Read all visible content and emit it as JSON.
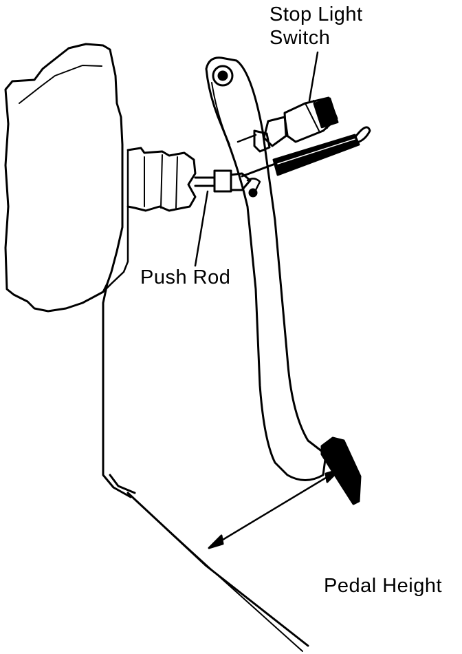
{
  "labels": {
    "stop_light_switch_line1": "Stop Light",
    "stop_light_switch_line2": "Switch",
    "push_rod": "Push Rod",
    "pedal_height": "Pedal Height"
  },
  "colors": {
    "ink": "#000000",
    "paper": "#ffffff"
  }
}
